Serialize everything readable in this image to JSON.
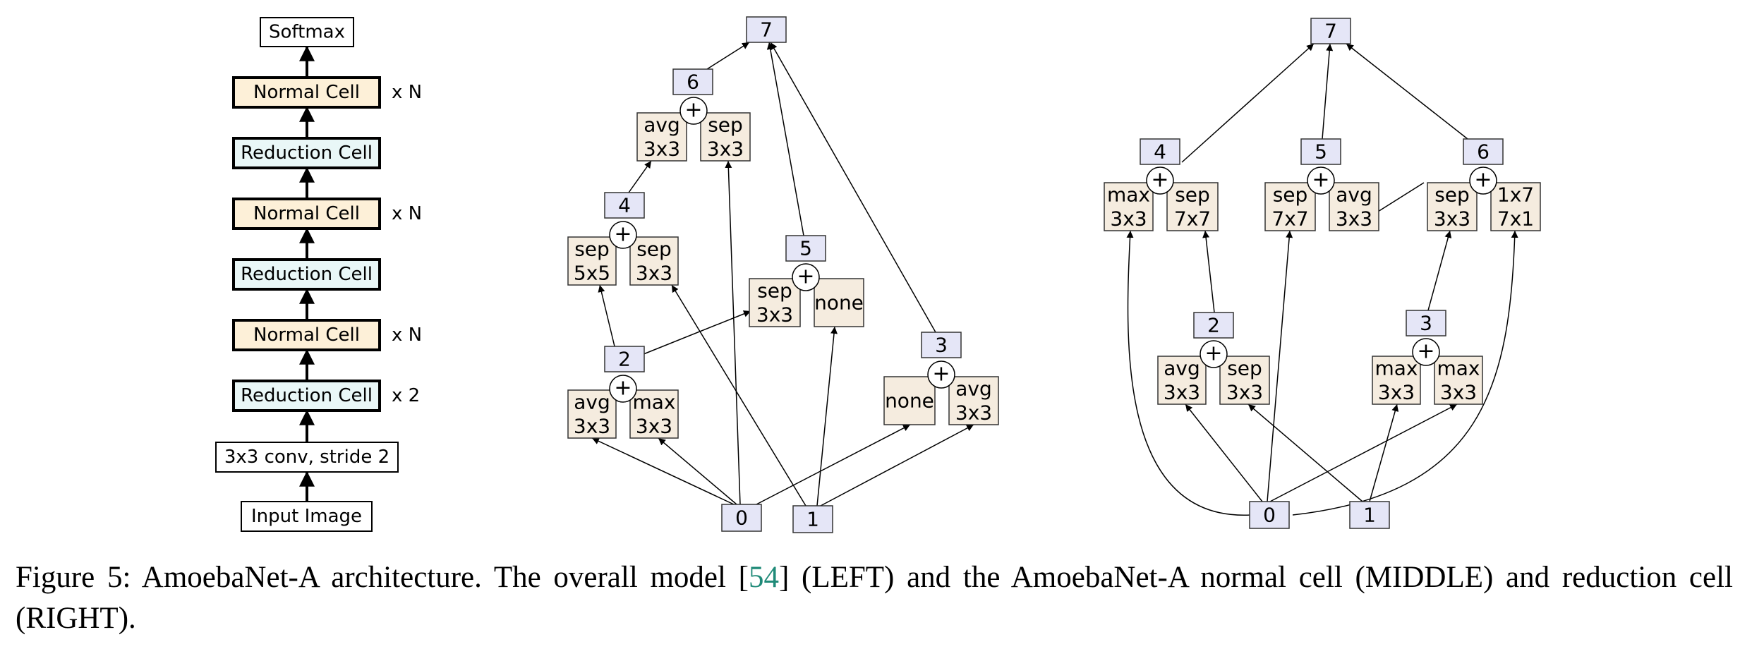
{
  "colors": {
    "normal_cell_fill": "#fdf0d8",
    "reduction_cell_fill": "#e9f7f7",
    "node_fill": "#e5e6f7",
    "op_fill": "#f5ecdf",
    "citation": "#1f8a78"
  },
  "left_stack": {
    "blocks": [
      {
        "id": "softmax",
        "label": "Softmax",
        "kind": "plain",
        "repeat": ""
      },
      {
        "id": "normal-3",
        "label": "Normal Cell",
        "kind": "normal",
        "repeat": "x N"
      },
      {
        "id": "reduction-3",
        "label": "Reduction Cell",
        "kind": "reduction",
        "repeat": ""
      },
      {
        "id": "normal-2",
        "label": "Normal Cell",
        "kind": "normal",
        "repeat": "x N"
      },
      {
        "id": "reduction-2",
        "label": "Reduction Cell",
        "kind": "reduction",
        "repeat": ""
      },
      {
        "id": "normal-1",
        "label": "Normal Cell",
        "kind": "normal",
        "repeat": "x N"
      },
      {
        "id": "reduction-1",
        "label": "Reduction Cell",
        "kind": "reduction",
        "repeat": "x 2"
      },
      {
        "id": "conv",
        "label": "3x3 conv, stride 2",
        "kind": "plain",
        "repeat": ""
      },
      {
        "id": "input",
        "label": "Input Image",
        "kind": "plain",
        "repeat": ""
      }
    ]
  },
  "normal_cell": {
    "nodes": {
      "in0": "0",
      "in1": "1",
      "n2": "2",
      "n3": "3",
      "n4": "4",
      "n5": "5",
      "n6": "6",
      "n7": "7"
    },
    "ops": {
      "n2a": [
        "avg",
        "3x3"
      ],
      "n2b": [
        "max",
        "3x3"
      ],
      "n3a": [
        "none"
      ],
      "n3b": [
        "avg",
        "3x3"
      ],
      "n4a": [
        "sep",
        "5x5"
      ],
      "n4b": [
        "sep",
        "3x3"
      ],
      "n5a": [
        "sep",
        "3x3"
      ],
      "n5b": [
        "none"
      ],
      "n6a": [
        "avg",
        "3x3"
      ],
      "n6b": [
        "sep",
        "3x3"
      ]
    },
    "sum_symbol": "+"
  },
  "reduction_cell": {
    "nodes": {
      "in0": "0",
      "in1": "1",
      "n2": "2",
      "n3": "3",
      "n4": "4",
      "n5": "5",
      "n6": "6",
      "n7": "7"
    },
    "ops": {
      "n2a": [
        "avg",
        "3x3"
      ],
      "n2b": [
        "sep",
        "3x3"
      ],
      "n3a": [
        "max",
        "3x3"
      ],
      "n3b": [
        "max",
        "3x3"
      ],
      "n4a": [
        "max",
        "3x3"
      ],
      "n4b": [
        "sep",
        "7x7"
      ],
      "n5a": [
        "sep",
        "7x7"
      ],
      "n5b": [
        "avg",
        "3x3"
      ],
      "n6a": [
        "sep",
        "3x3"
      ],
      "n6b": [
        "1x7",
        "7x1"
      ]
    },
    "sum_symbol": "+"
  },
  "caption": {
    "prefix": "Figure 5: AmoebaNet-A architecture. The overall model [",
    "citation": "54",
    "suffix": "] (LEFT) and the AmoebaNet-A normal cell (MIDDLE) and reduction cell (RIGHT)."
  }
}
